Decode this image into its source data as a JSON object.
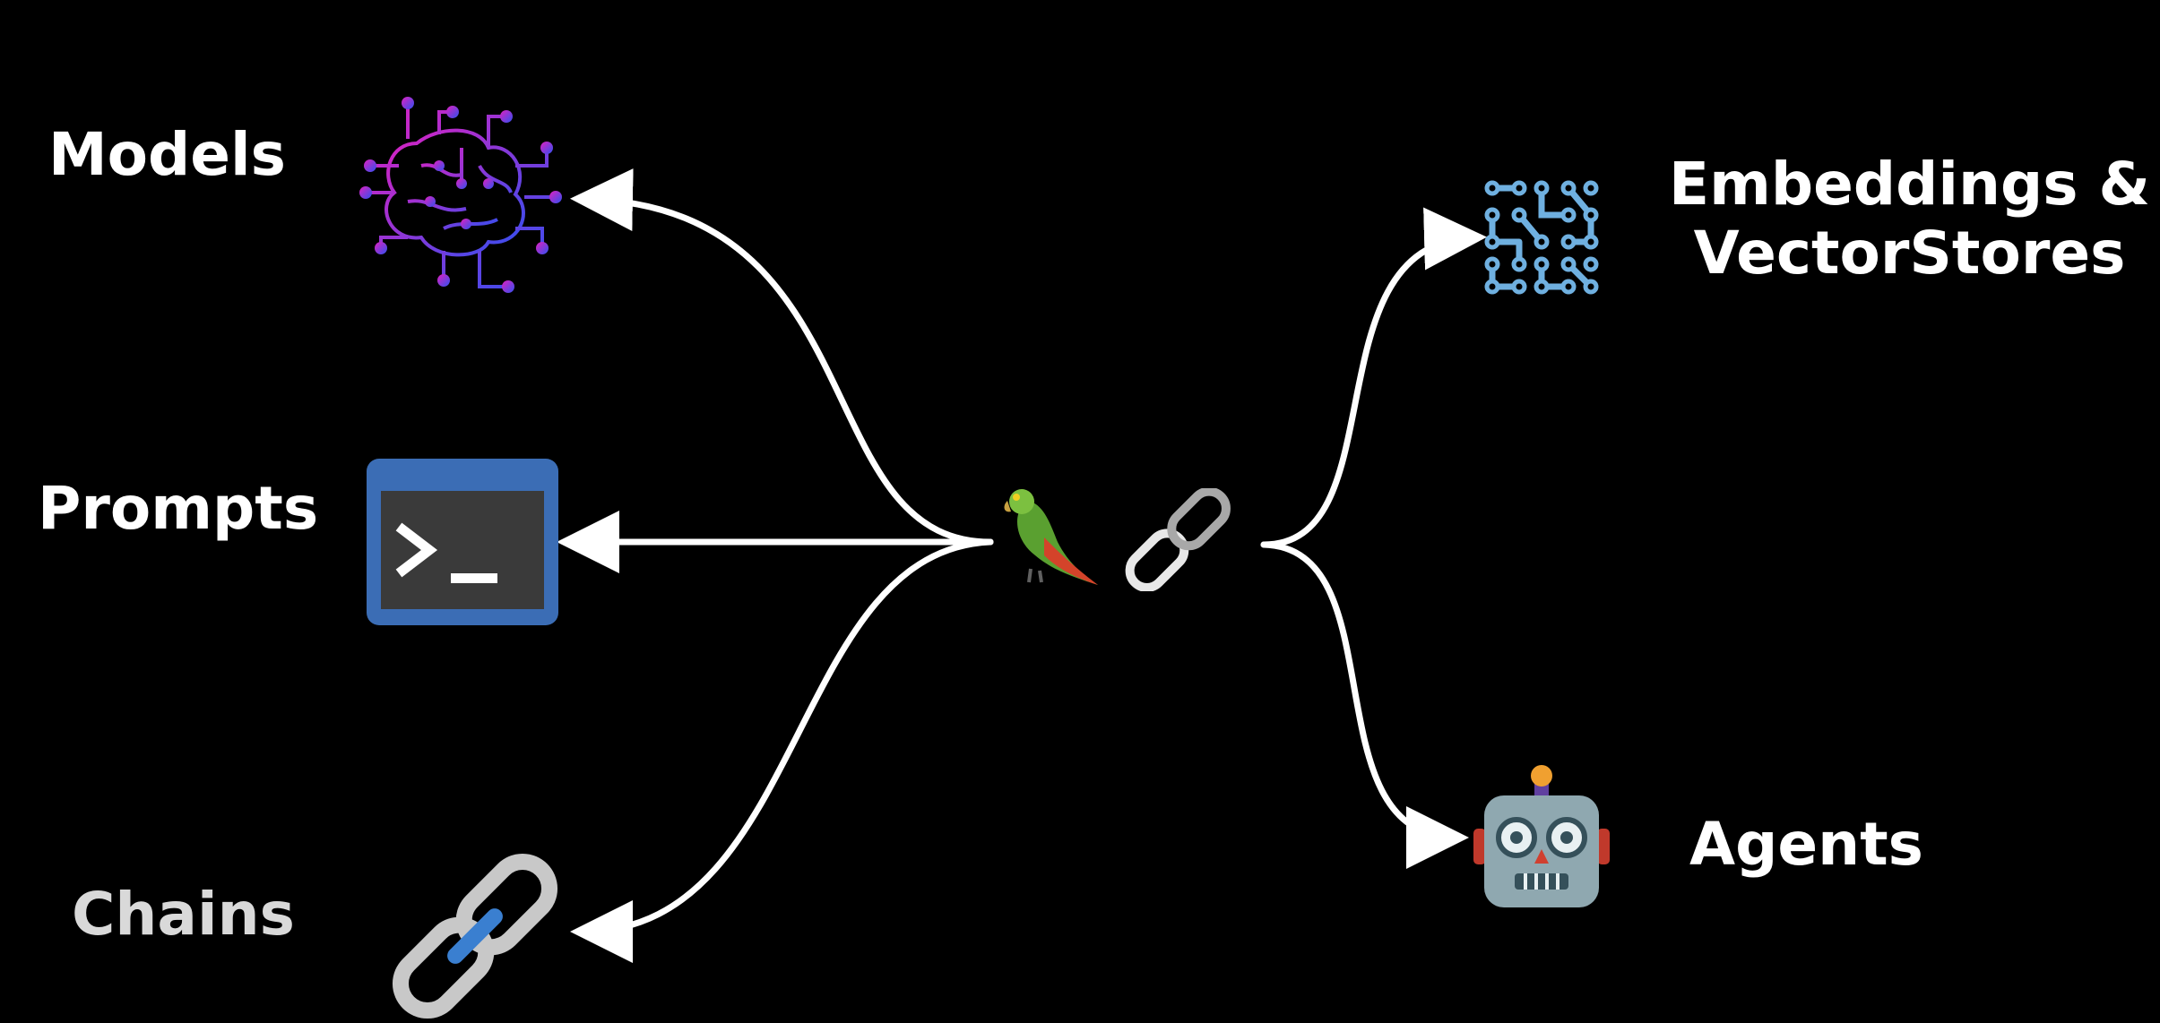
{
  "labels": {
    "models": "Models",
    "prompts": "Prompts",
    "chains": "Chains",
    "embeddings_line1": "Embeddings &",
    "embeddings_line2": "VectorStores",
    "agents": "Agents"
  },
  "icons": {
    "center": [
      "parrot-icon",
      "chain-link-icon"
    ],
    "models": "circuit-brain-icon",
    "prompts": "terminal-icon",
    "chains": "chain-link-icon",
    "embeddings": "circuit-grid-icon",
    "agents": "robot-icon"
  },
  "colors": {
    "background": "#000000",
    "text": "#ffffff",
    "chains_text": "#d9d9d9",
    "arrow": "#ffffff",
    "terminal_blue": "#3b6db5",
    "grid_blue": "#6fb0e0",
    "brain_pink": "#e020c0",
    "brain_blue": "#3050f0"
  }
}
